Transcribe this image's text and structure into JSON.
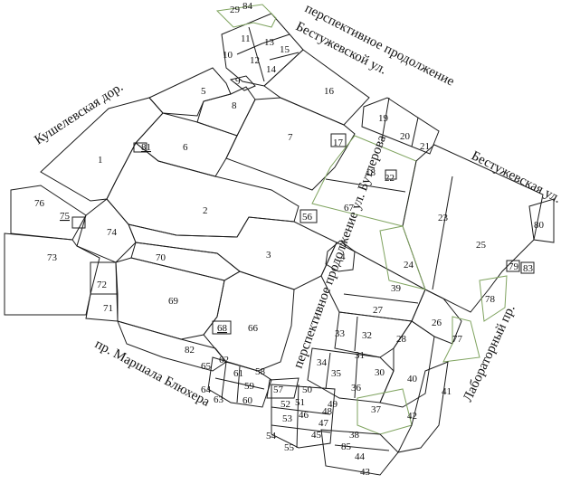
{
  "streets": {
    "kushelevskaya": "Кушелевская дор.",
    "bestuzhevskaya_ext": "перспективное продолжение\nБестужевской ул.",
    "bestuzhevskaya": "Бестужевская ул.",
    "butlerova_ext": "перспективное продолжение ул. Бутлерова",
    "marshala": "пр. Маршала Блюхера",
    "laboratorny": "Лабораторный пр."
  },
  "plots": [
    "1",
    "2",
    "3",
    "4",
    "5",
    "6",
    "7",
    "8",
    "9",
    "10",
    "11",
    "12",
    "13",
    "14",
    "15",
    "16",
    "17",
    "18",
    "19",
    "20",
    "21",
    "22",
    "23",
    "24",
    "25",
    "26",
    "27",
    "28",
    "29",
    "30",
    "31",
    "32",
    "33",
    "34",
    "35",
    "36",
    "37",
    "38",
    "39",
    "40",
    "41",
    "42",
    "43",
    "44",
    "45",
    "46",
    "47",
    "48",
    "49",
    "50",
    "51",
    "52",
    "53",
    "54",
    "55",
    "56",
    "57",
    "58",
    "59",
    "60",
    "61",
    "62",
    "63",
    "64",
    "65",
    "66",
    "67",
    "68",
    "69",
    "70",
    "71",
    "72",
    "73",
    "74",
    "75",
    "76",
    "77",
    "78",
    "79",
    "80",
    "81",
    "82",
    "83",
    "84",
    "85"
  ],
  "colors": {
    "line": "#1b1b1b",
    "green_line": "#7fa35f",
    "background": "#ffffff"
  }
}
